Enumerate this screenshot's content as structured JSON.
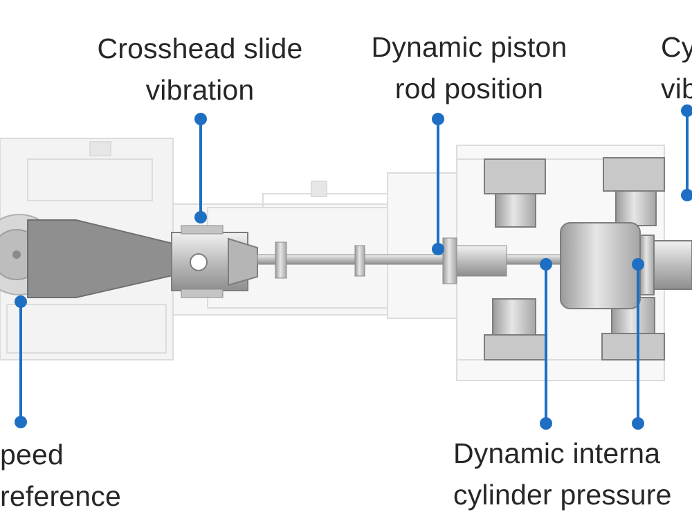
{
  "labels": {
    "crosshead": [
      "Crosshead slide",
      "vibration"
    ],
    "piston_rod": [
      "Dynamic piston",
      "rod position"
    ],
    "cylinder_vibration": [
      "Cy",
      "vib"
    ],
    "speed": [
      "peed",
      "reference"
    ],
    "pressure": [
      "Dynamic interna",
      "cylinder pressure"
    ]
  },
  "colors": {
    "leader": "#1e6fc3",
    "text": "#262626",
    "machine_light": "#e9e9e9",
    "machine_mid": "#c8c8c8",
    "machine_dark": "#8c8c8c"
  }
}
